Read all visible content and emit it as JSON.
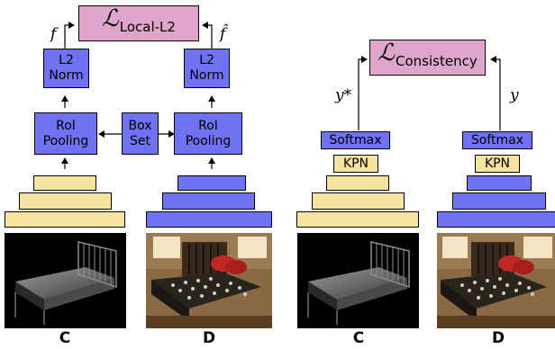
{
  "left_panel": {
    "loss_symbol": "ℒ",
    "loss_subscript": "Local-L2",
    "feature_left": "f",
    "feature_right": "f̂",
    "l2norm_label_line1": "L2",
    "l2norm_label_line2": "Norm",
    "roi_label_line1": "RoI",
    "roi_label_line2": "Pooling",
    "boxset_line1": "Box",
    "boxset_line2": "Set",
    "caption_left": "C",
    "caption_right": "D"
  },
  "right_panel": {
    "loss_symbol": "ℒ",
    "loss_subscript": "Consistency",
    "label_left": "y*",
    "label_right": "y",
    "softmax_label": "Softmax",
    "kpn_label": "KPN",
    "caption_left": "C",
    "caption_right": "D"
  },
  "colors": {
    "blue_box": "#6f72f2",
    "pink_box": "#dca5c9",
    "yellow_layer": "#f7e3a1"
  }
}
